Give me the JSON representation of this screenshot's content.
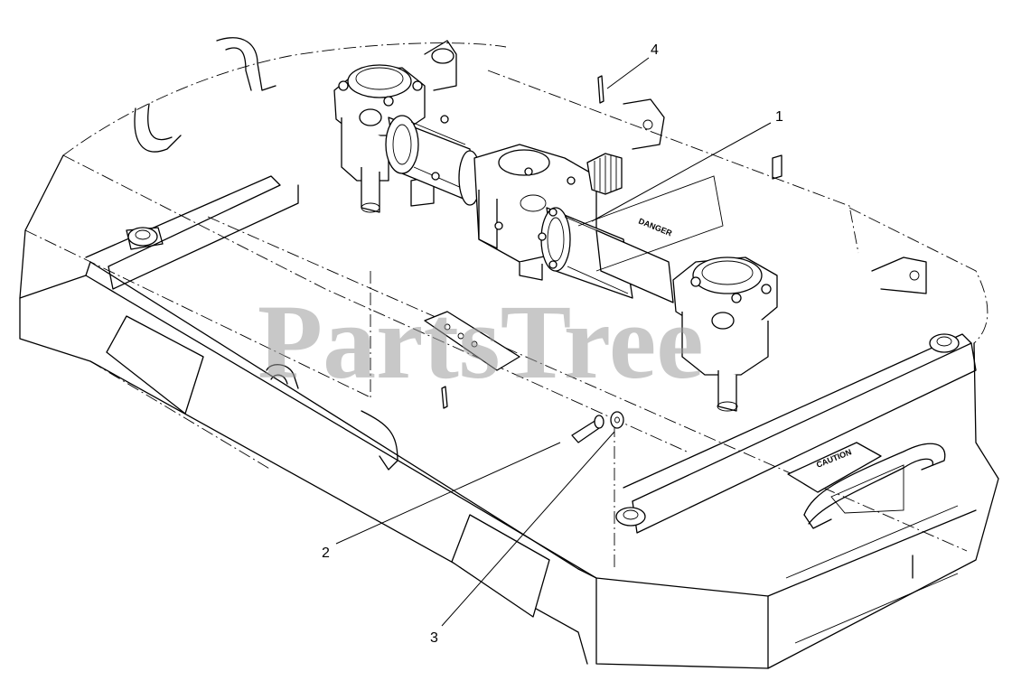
{
  "diagram": {
    "callouts": [
      {
        "id": "1",
        "label": "1"
      },
      {
        "id": "2",
        "label": "2"
      },
      {
        "id": "3",
        "label": "3"
      },
      {
        "id": "4",
        "label": "4"
      }
    ],
    "decals": {
      "danger": "DANGER",
      "caution": "CAUTION"
    },
    "watermark": "PartsTree",
    "colors": {
      "line": "#000000",
      "background": "#ffffff",
      "watermark": "#9a9a9a"
    }
  }
}
